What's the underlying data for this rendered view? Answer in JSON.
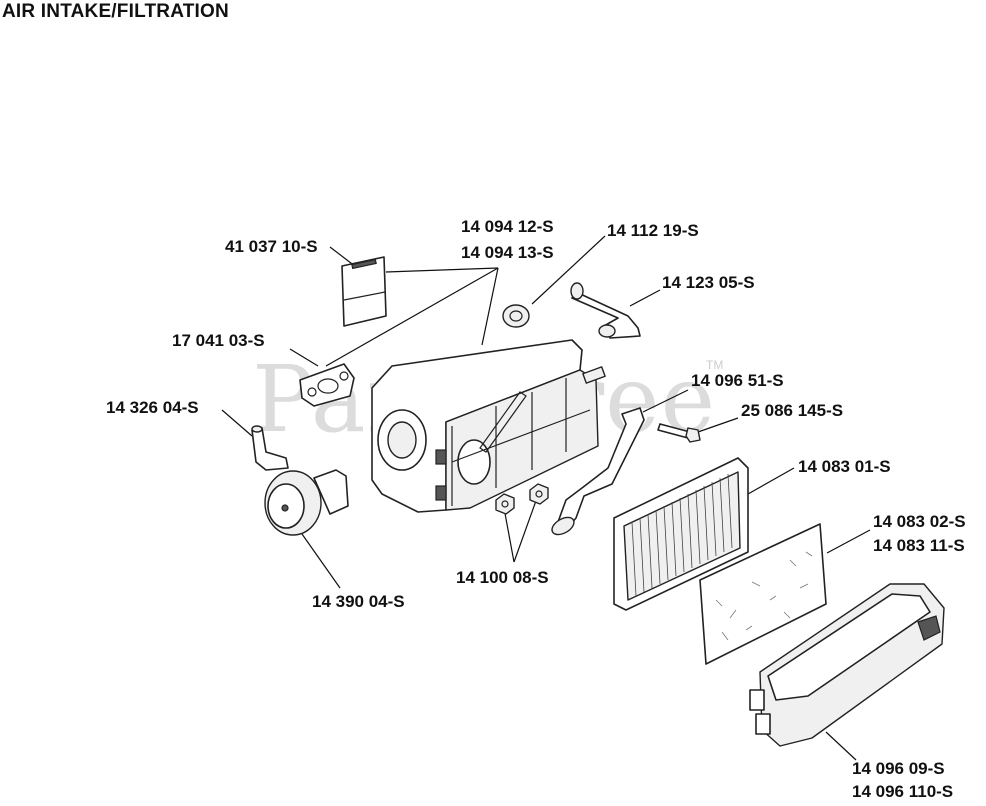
{
  "title": "AIR INTAKE/FILTRATION",
  "watermark": "PartsTree",
  "watermark_tm": "TM",
  "callouts": [
    {
      "label": "41 037 10-S"
    },
    {
      "label": "14 094 12-S"
    },
    {
      "label": "14 094 13-S"
    },
    {
      "label": "14 112 19-S"
    },
    {
      "label": "14 123 05-S"
    },
    {
      "label": "17 041 03-S"
    },
    {
      "label": "14 326 04-S"
    },
    {
      "label": "14 096 51-S"
    },
    {
      "label": "25 086 145-S"
    },
    {
      "label": "14 083 01-S"
    },
    {
      "label": "14 083 02-S"
    },
    {
      "label": "14 083 11-S"
    },
    {
      "label": "14 100 08-S"
    },
    {
      "label": "14 390 04-S"
    },
    {
      "label": "14 096 09-S"
    },
    {
      "label": "14 096 110-S"
    }
  ]
}
